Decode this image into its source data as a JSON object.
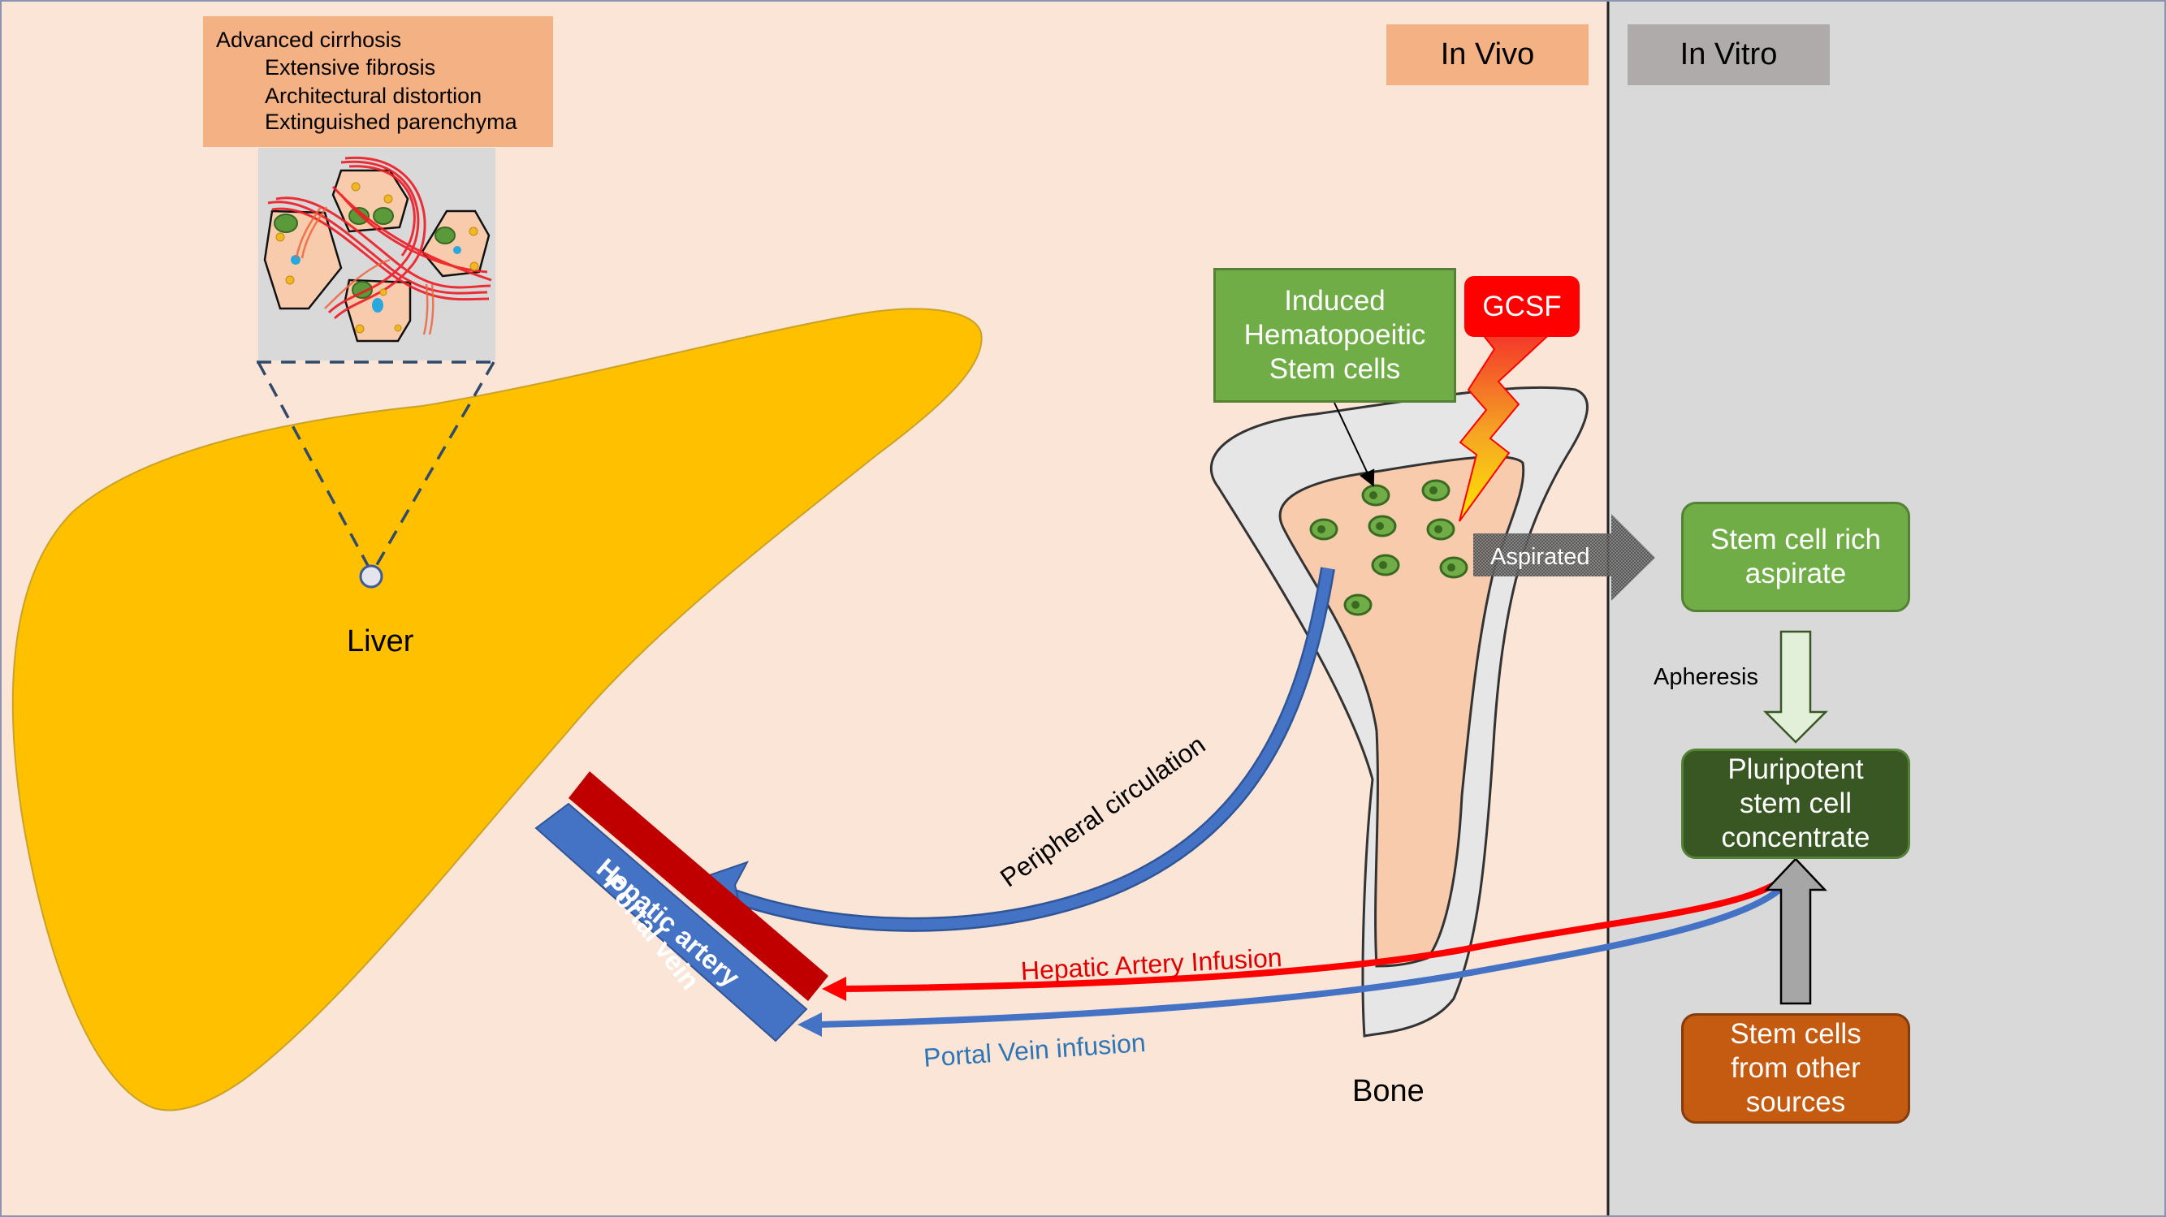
{
  "colors": {
    "in_vivo_bg": "#fbe5d7",
    "in_vitro_bg": "#d9d9d9",
    "liver": "#ffc000",
    "hepatic_artery": "#c00000",
    "portal_vein": "#4472c4",
    "infusion_red": "#ff0000",
    "green_box": "#70ad47",
    "dark_green_box": "#385723",
    "orange_box": "#c55a11",
    "gcsf": "#ff0000",
    "label_orange": "#f4b183",
    "label_gray": "#afabab"
  },
  "regions": {
    "in_vivo": "In Vivo",
    "in_vitro": "In Vitro"
  },
  "cirrhosis_box": {
    "title": "Advanced cirrhosis",
    "items": [
      "Extensive fibrosis",
      "Architectural distortion",
      "Extinguished parenchyma"
    ]
  },
  "liver": {
    "label": "Liver",
    "vessels": {
      "hepatic_artery": "Hepatic artery",
      "portal_vein": "Portal vein"
    }
  },
  "bone": {
    "label": "Bone",
    "induced_cells_box": "Induced\nHematopoeitic\nStem cells",
    "gcsf": "GCSF",
    "aspirated": "Aspirated"
  },
  "flows": {
    "peripheral_circulation": "Peripheral circulation",
    "hepatic_artery_infusion": "Hepatic Artery Infusion",
    "portal_vein_infusion": "Portal Vein infusion",
    "apheresis": "Apheresis"
  },
  "in_vitro_boxes": {
    "aspirate": "Stem cell rich\naspirate",
    "concentrate": "Pluripotent\nstem cell\nconcentrate",
    "other_sources": "Stem cells\nfrom other\nsources"
  }
}
